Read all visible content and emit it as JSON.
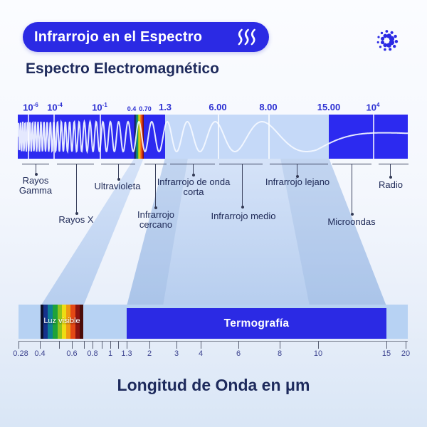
{
  "badge": {
    "label": "Infrarrojo en el Espectro",
    "icon": "heat-waves"
  },
  "heading": "Espectro Electromagnético",
  "colors": {
    "accent_blue": "#2b2ae4",
    "bar_blue": "#2c2af0",
    "infrared_light_blue": "#c5d9f8",
    "beam_blue": "#c9dbf6",
    "bottom_bar_blue": "#b7d2f3",
    "navy_text": "#1e2a5c",
    "tick_blue": "#2b2fd2"
  },
  "spectrum_bar": {
    "wavelength_ticks": [
      {
        "t": "10",
        "s": "-6"
      },
      {
        "t": "10",
        "s": "-4"
      },
      {
        "t": "10",
        "s": "-1"
      },
      {
        "t": "0.4"
      },
      {
        "t": "0.70"
      },
      {
        "t": "1.3"
      },
      {
        "t": "6.00"
      },
      {
        "t": "8.00"
      },
      {
        "t": "15.00"
      },
      {
        "t": "10",
        "s": "4"
      }
    ],
    "bands": [
      "Rayos Gamma",
      "Rayos X",
      "Ultravioleta",
      "Infrarrojo cercano",
      "Infrarrojo de onda corta",
      "Infrarrojo medio",
      "Infrarrojo lejano",
      "Microondas",
      "Radio"
    ]
  },
  "bottom_bar": {
    "visible_light_label": "Luz visible",
    "thermography_label": "Termografía"
  },
  "ruler": {
    "labels": [
      "0.28",
      "0.4",
      "0.6",
      "0.8",
      "1",
      "1.3",
      "2",
      "3",
      "4",
      "6",
      "8",
      "10",
      "15",
      "20"
    ]
  },
  "axis_title": "Longitud de Onda en μm"
}
